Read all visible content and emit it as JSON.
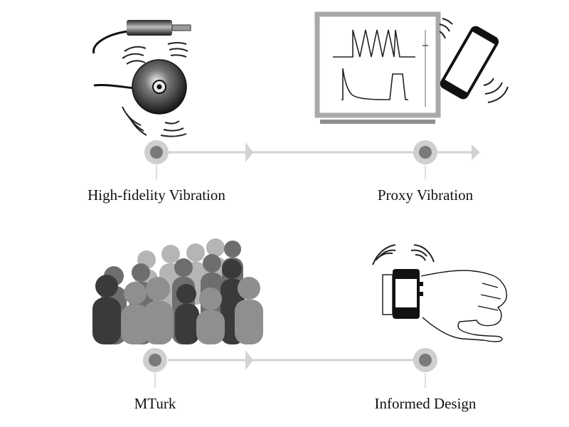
{
  "stages": {
    "high_fidelity": {
      "label": "High-fidelity Vibration"
    },
    "proxy": {
      "label": "Proxy Vibration"
    },
    "mturk": {
      "label": "MTurk"
    },
    "informed_design": {
      "label": "Informed Design"
    }
  },
  "colors": {
    "timeline": "#d3d3d3",
    "node_outer": "#cfcfcf",
    "node_inner": "#7a7a7a",
    "monitor_frame": "#a9a9a9",
    "dark": "#111111"
  },
  "icons": [
    "actuator-icon",
    "monitor-waveform-icon",
    "smartphone-icon",
    "crowd-icon",
    "smartwatch-arm-icon"
  ]
}
